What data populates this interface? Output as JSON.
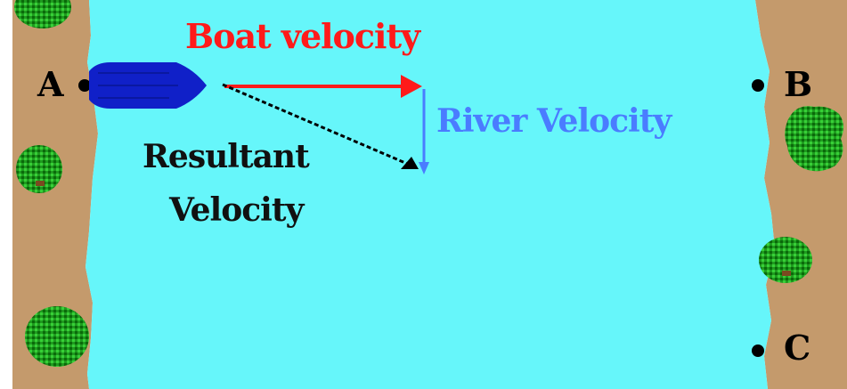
{
  "diagram": {
    "labels": {
      "boat_velocity": "Boat velocity",
      "river_velocity": "River Velocity",
      "resultant_line1": "Resultant",
      "resultant_line2": "Velocity"
    },
    "points": {
      "a": "A",
      "b": "B",
      "c": "C"
    },
    "colors": {
      "river": "#66f6fa",
      "bank": "#c49a6c",
      "boat": "#1020c8",
      "boat_velocity": "#ff1a1a",
      "river_velocity": "#4a7cff",
      "resultant": "#000000",
      "tree_dark": "#0a6a0a",
      "tree_light": "#33cc33"
    },
    "icons": [
      "boat-icon",
      "tree-icon"
    ]
  }
}
